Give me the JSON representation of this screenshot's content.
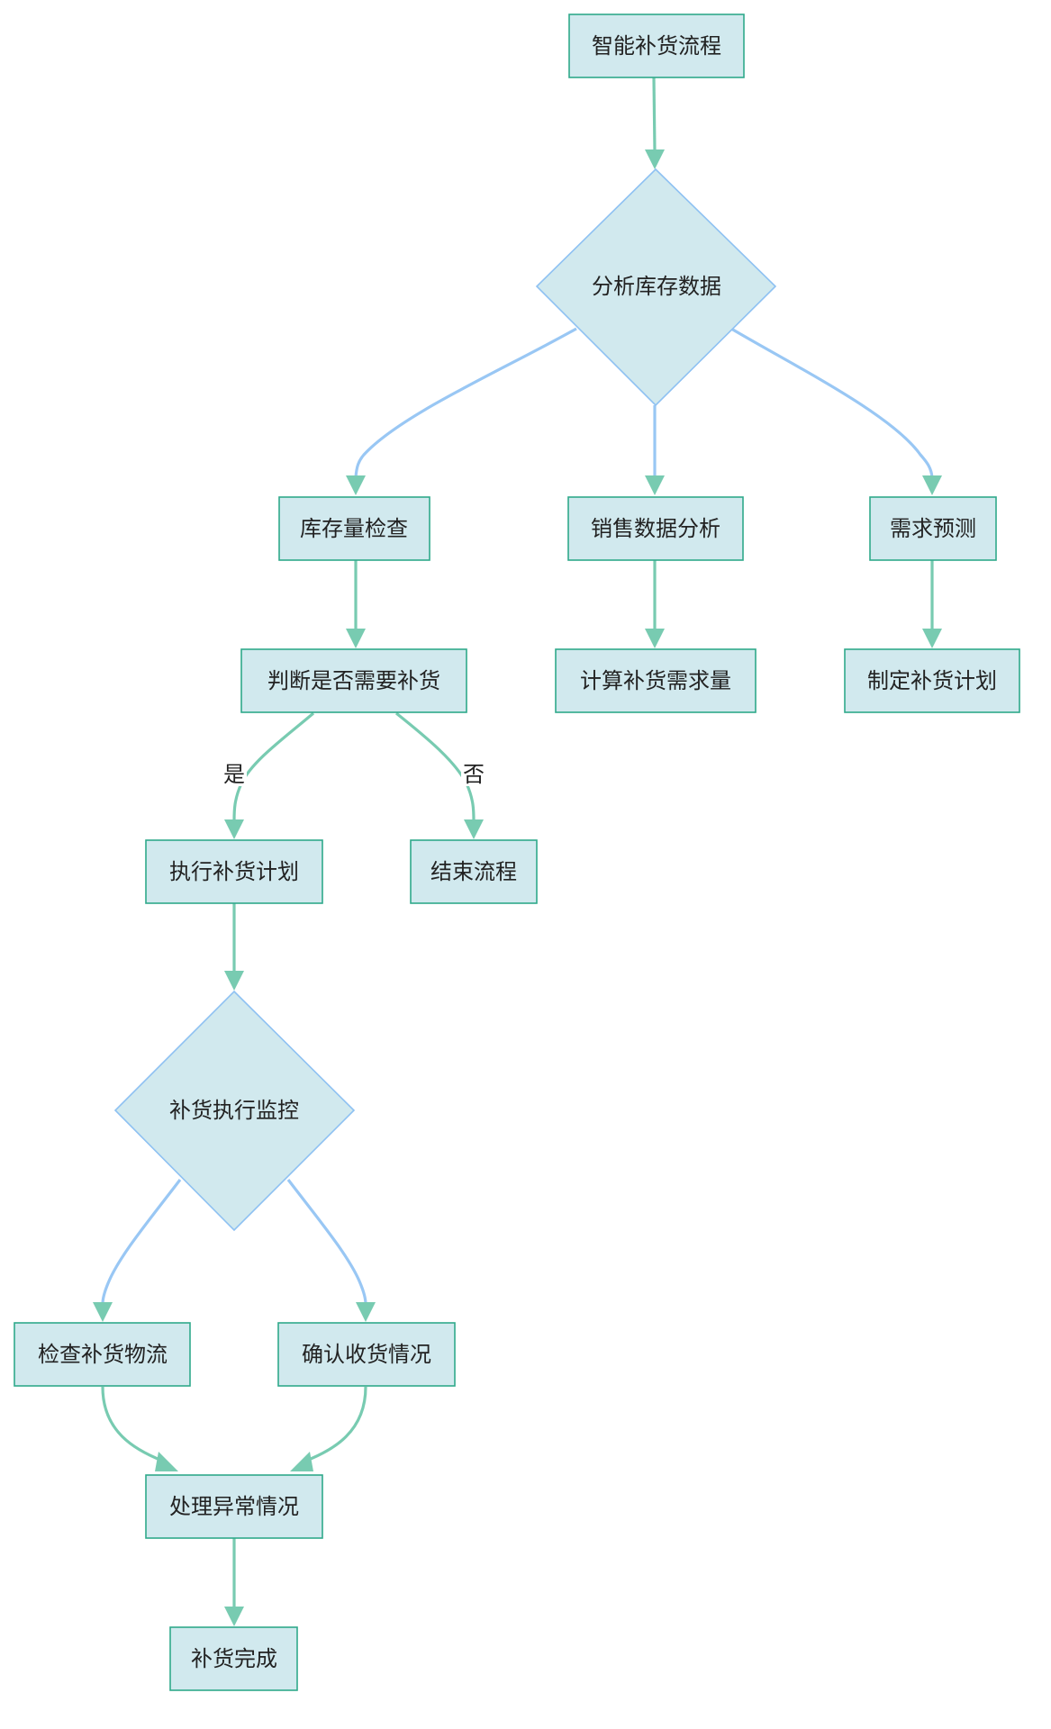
{
  "nodes": {
    "start": "智能补货流程",
    "analyze": "分析库存数据",
    "stock_check": "库存量检查",
    "sales_analysis": "销售数据分析",
    "demand_forecast": "需求预测",
    "decide": "判断是否需要补货",
    "calc_demand": "计算补货需求量",
    "make_plan": "制定补货计划",
    "execute": "执行补货计划",
    "end_flow": "结束流程",
    "monitor": "补货执行监控",
    "check_logistics": "检查补货物流",
    "confirm_receipt": "确认收货情况",
    "handle_exception": "处理异常情况",
    "done": "补货完成"
  },
  "edge_labels": {
    "yes": "是",
    "no": "否"
  },
  "colors": {
    "node_fill": "#d1e9ee",
    "node_border": "#2fa98b",
    "decision_border": "#8ec1f2",
    "edge_green": "#78cbb1",
    "edge_blue": "#99c7f4"
  }
}
